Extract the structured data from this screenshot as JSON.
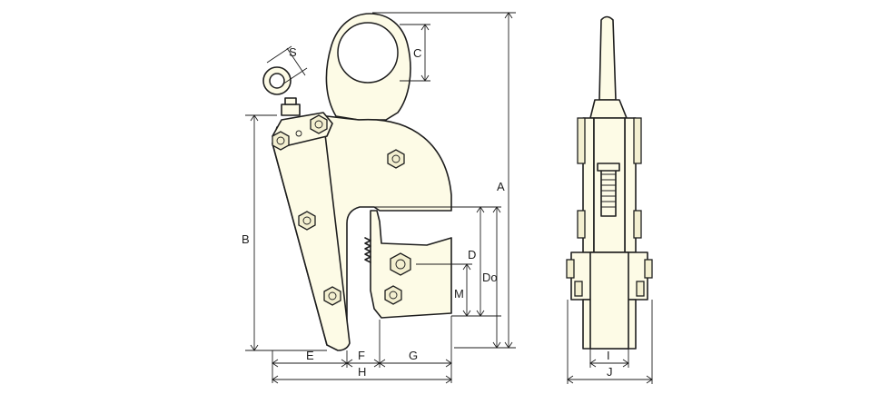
{
  "diagram": {
    "front_view": {
      "dimension_labels": {
        "A": "A",
        "B": "B",
        "C": "C",
        "S": "S",
        "D": "D",
        "Do": "Do",
        "M": "M",
        "E": "E",
        "F": "F",
        "G": "G",
        "H": "H"
      }
    },
    "side_view": {
      "dimension_labels": {
        "I": "I",
        "J": "J"
      }
    }
  }
}
